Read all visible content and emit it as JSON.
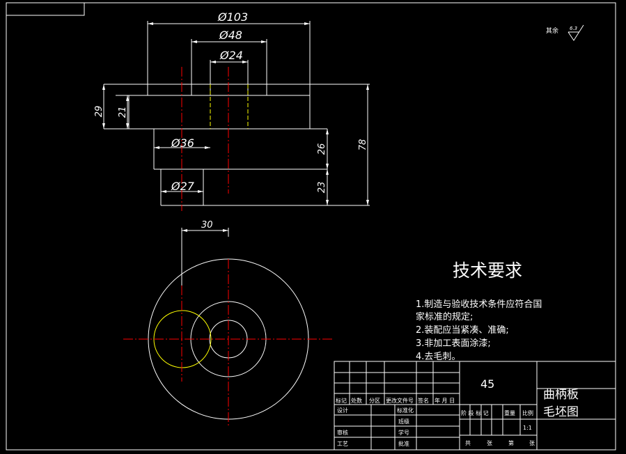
{
  "drawing": {
    "surface_note": "其余",
    "surface_value": "6.3",
    "dims": {
      "d103": "Ø103",
      "d48": "Ø48",
      "d24": "Ø24",
      "d36": "Ø36",
      "d27": "Ø27",
      "h29": "29",
      "h21": "21",
      "h26": "26",
      "h23": "23",
      "h78": "78",
      "off30": "30"
    }
  },
  "tech": {
    "title": "技术要求",
    "line1": "1.制造与验收技术条件应符合国",
    "line2": "家标准的规定;",
    "line3": "2.装配应当紧凑、准确;",
    "line4": "3.非加工表面涂漆;",
    "line5": "4.去毛刺。"
  },
  "title_block": {
    "material": "45",
    "part_name_1": "曲柄板",
    "part_name_2": "毛坯图",
    "rev_mark": "标记",
    "rev_count": "处数",
    "rev_zone": "分区",
    "rev_doc": "更改文件号",
    "rev_sign": "签名",
    "rev_date": "年 月 日",
    "design": "设计",
    "standardize": "标准化",
    "class": "班级",
    "student_id": "学号",
    "review": "审核",
    "approve": "批准",
    "process": "工艺",
    "stage": "阶 段 标 记",
    "weight": "重量",
    "scale_label": "比例",
    "scale_value": "1:1",
    "total": "共",
    "sheets": "张",
    "page": "第",
    "sheet": "张"
  },
  "colors": {
    "background": "#000000",
    "line": "#ffffff",
    "center_line": "#ff0000",
    "hidden_line": "#ffff00"
  }
}
